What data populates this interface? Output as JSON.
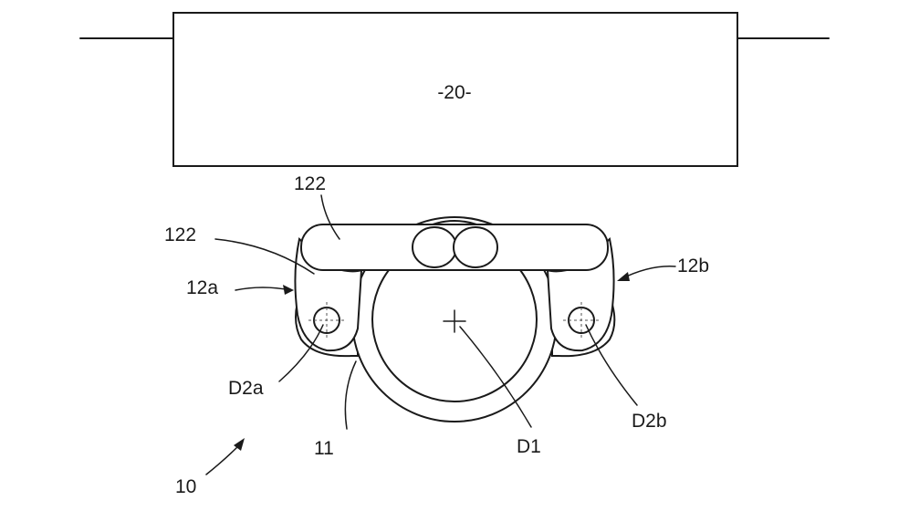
{
  "labels": {
    "box": "-20-",
    "bar_top": "122",
    "bar_side": "122",
    "left_assembly": "12a",
    "right_assembly": "12b",
    "left_axis": "D2a",
    "right_axis": "D2b",
    "ring": "11",
    "center_axis": "D1",
    "device": "10"
  }
}
